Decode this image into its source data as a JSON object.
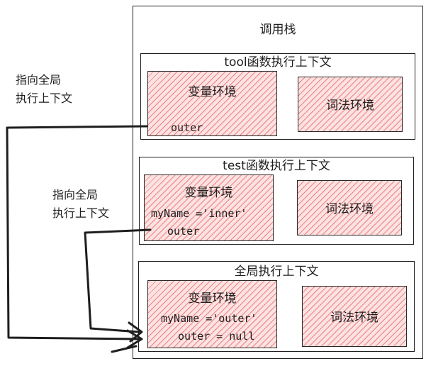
{
  "call_stack": {
    "title": "调用栈",
    "contexts": [
      {
        "title": "tool函数执行上下文",
        "variable_env": {
          "title": "变量环境",
          "lines": [
            "outer"
          ]
        },
        "lexical_env": {
          "title": "词法环境"
        }
      },
      {
        "title": "test函数执行上下文",
        "variable_env": {
          "title": "变量环境",
          "lines": [
            "myName ='inner'",
            "outer"
          ]
        },
        "lexical_env": {
          "title": "词法环境"
        }
      },
      {
        "title": "全局执行上下文",
        "variable_env": {
          "title": "变量环境",
          "lines": [
            "myName ='outer'",
            "outer = null"
          ]
        },
        "lexical_env": {
          "title": "词法环境"
        }
      }
    ]
  },
  "notes": [
    {
      "lines": [
        "指向全局",
        "执行上下文"
      ]
    },
    {
      "lines": [
        "指向全局",
        "执行上下文"
      ]
    }
  ],
  "colors": {
    "stroke": "#1e1e1e",
    "env_fill": "#fde2e2",
    "hatch": "#e03131"
  }
}
